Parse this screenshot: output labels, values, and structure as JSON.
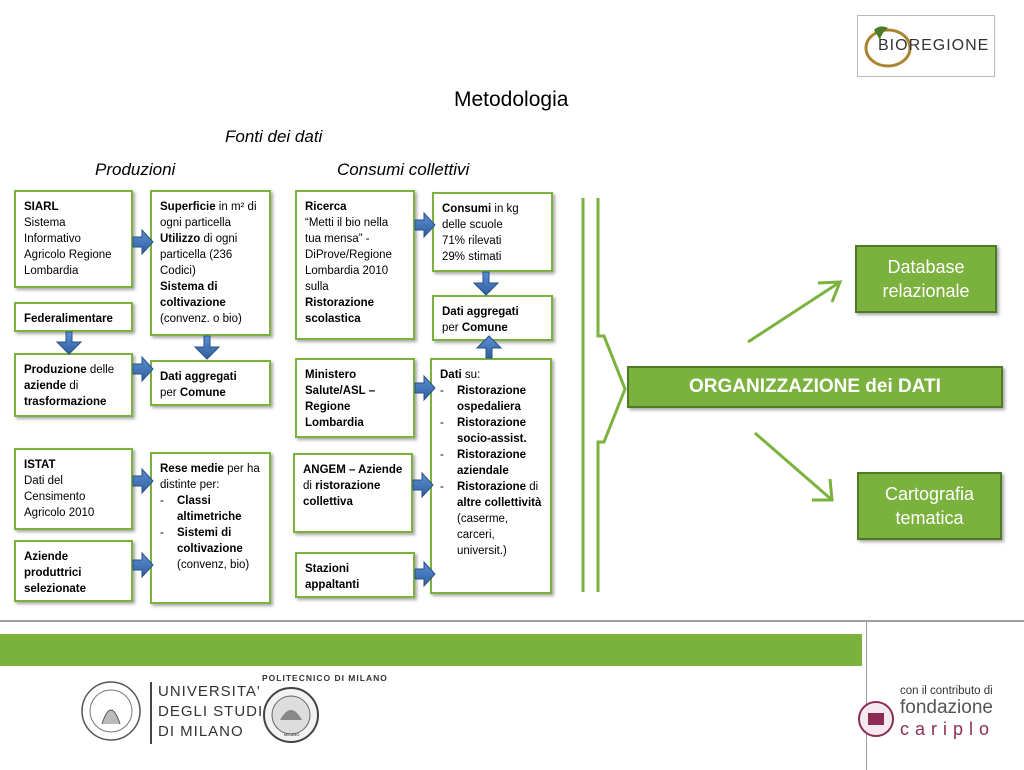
{
  "logo": {
    "text": "BIOREGIONE"
  },
  "title": "Metodologia",
  "subtitle": "Fonti dei dati",
  "col_produzioni": "Produzioni",
  "col_consumi": "Consumi collettivi",
  "boxes": {
    "siarl": {
      "bold": "SIARL",
      "text": "Sistema Informativo Agricolo Regione Lombardia"
    },
    "federalimentare": {
      "bold": "Federalimentare"
    },
    "produzione": {
      "b1": "Produzione",
      "t1": " delle ",
      "b2": "aziende",
      "t2": " di ",
      "b3": "trasformazione"
    },
    "istat": {
      "bold": "ISTAT",
      "text": "Dati del Censimento Agricolo 2010"
    },
    "aziende": {
      "bold": "Aziende produttrici selezionate"
    },
    "superficie": {
      "b1": "Superficie",
      "t1": " in m²",
      "t2": " di ogni particella",
      "b2": "Utilizzo",
      "t3": " di ogni particella (236 Codici)",
      "b3": "Sistema di coltivazione",
      "t4": "(convenz. o bio)"
    },
    "dati_aggr_1": {
      "b1": "Dati aggregati",
      "t1": "per ",
      "b2": "Comune"
    },
    "rese": {
      "b1": "Rese medie",
      "t1": " per ha distinte per:",
      "items": [
        {
          "b": "Classi altimetriche",
          "t": ""
        },
        {
          "b": "Sistemi di coltivazione",
          "t": " (convenz, bio)"
        }
      ]
    },
    "ricerca": {
      "b1": "Ricerca",
      "t1": "“Metti il bio nella tua mensa” - DiProve/Regione Lombardia 2010 sulla",
      "b2": "Ristorazione scolastica"
    },
    "ministero": {
      "bold": "Ministero Salute/ASL – Regione Lombardia"
    },
    "angem": {
      "b1": "ANGEM – Aziende",
      "t1": " di ",
      "b2": "ristorazione collettiva"
    },
    "stazioni": {
      "bold": "Stazioni appaltanti"
    },
    "consumi": {
      "b1": "Consumi",
      "t1": " in kg delle scuole",
      "t2": "71% rilevati",
      "t3": "29% stimati"
    },
    "dati_aggr_2": {
      "b1": "Dati aggregati",
      "t1": "per ",
      "b2": "Comune"
    },
    "dati_su": {
      "b1": "Dati",
      "t1": " su:",
      "items": [
        {
          "b": "Ristorazione ospedaliera",
          "t": ""
        },
        {
          "b": "Ristorazione socio-assist.",
          "t": ""
        },
        {
          "b": "Ristorazione aziendale",
          "t": ""
        },
        {
          "b": "Ristorazione",
          "t": " di ",
          "b2": "altre collettività",
          "t2": " (caserme, carceri, universit.)"
        }
      ]
    }
  },
  "organizzazione": "ORGANIZZAZIONE dei DATI",
  "database": "Database relazionale",
  "cartografia": "Cartografia tematica",
  "footer": {
    "unimi_lines": [
      "UNIVERSITA'",
      "DEGLI STUDI",
      "DI MILANO"
    ],
    "polimi": "POLITECNICO DI MILANO",
    "polimi_seal": "MILANO",
    "cariplo_prefix": "con il contributo di",
    "cariplo_name": "fondazione",
    "cariplo_name2": "cariplo"
  },
  "colors": {
    "green": "#7bb23e",
    "dark_green": "#4f7a25",
    "arrow_blue": "#3b6fb6"
  }
}
